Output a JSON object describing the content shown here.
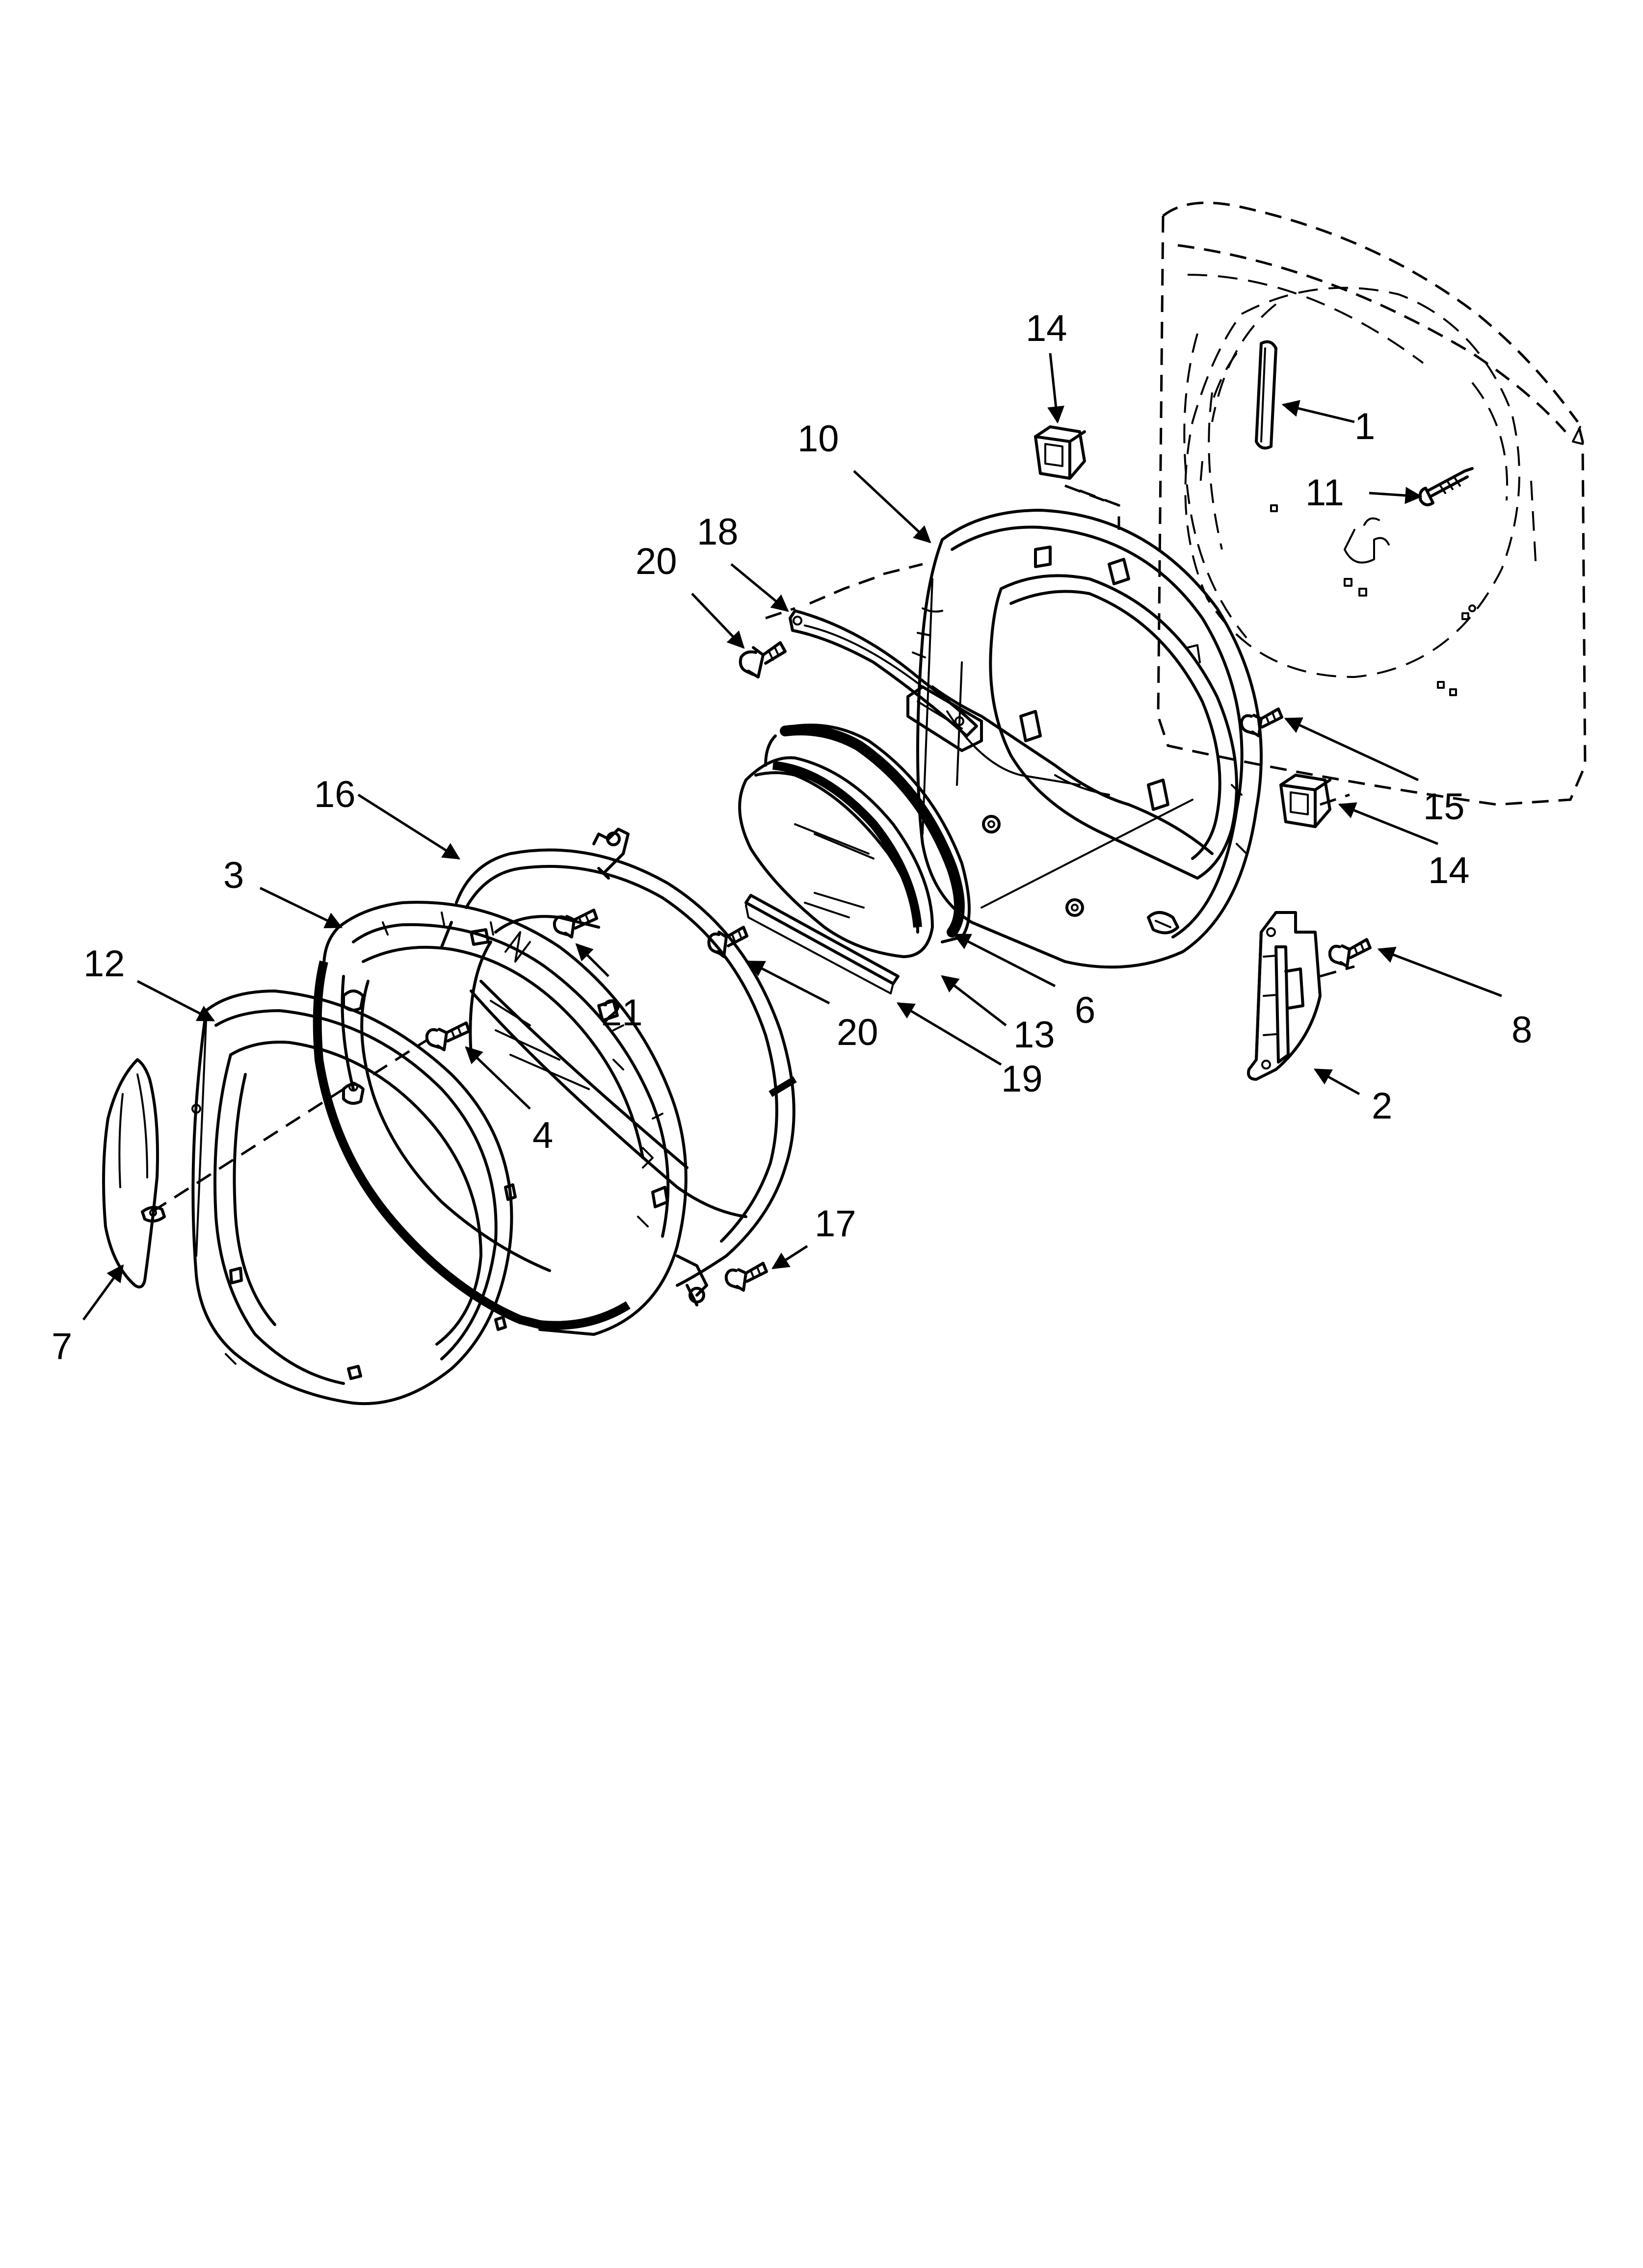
{
  "callouts": [
    {
      "label": "1"
    },
    {
      "label": "2"
    },
    {
      "label": "3"
    },
    {
      "label": "4"
    },
    {
      "label": "6"
    },
    {
      "label": "7"
    },
    {
      "label": "8"
    },
    {
      "label": "10"
    },
    {
      "label": "11"
    },
    {
      "label": "12"
    },
    {
      "label": "13"
    },
    {
      "label": "14"
    },
    {
      "label": "14"
    },
    {
      "label": "15"
    },
    {
      "label": "16"
    },
    {
      "label": "17"
    },
    {
      "label": "18"
    },
    {
      "label": "19"
    },
    {
      "label": "20"
    },
    {
      "label": "20"
    },
    {
      "label": "21"
    }
  ]
}
